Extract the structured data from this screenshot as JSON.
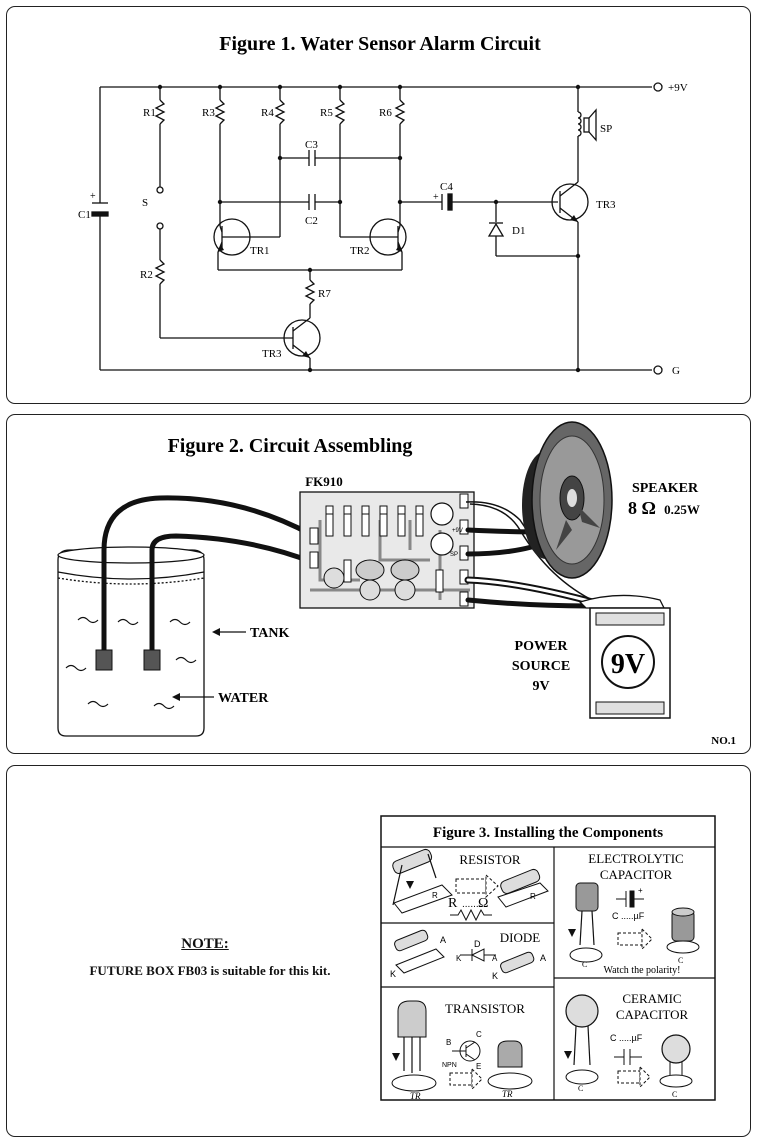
{
  "figure1": {
    "title": "Figure 1. Water Sensor Alarm Circuit",
    "labels": {
      "r1": "R1",
      "r2": "R2",
      "r3": "R3",
      "r4": "R4",
      "r5": "R5",
      "r6": "R6",
      "r7": "R7",
      "c1": "C1",
      "c2": "C2",
      "c3": "C3",
      "c4": "C4",
      "s": "S",
      "tr1": "TR1",
      "tr2": "TR2",
      "tr3_out": "TR3",
      "tr3_in": "TR3",
      "d1": "D1",
      "sp": "SP",
      "vplus": "+9V",
      "gnd": "G",
      "plus": "+"
    }
  },
  "figure2": {
    "title": "Figure 2. Circuit Assembling",
    "board": "FK910",
    "speaker_label": "SPEAKER",
    "speaker_spec_ohm": "8 Ω",
    "speaker_spec_w": "0.25W",
    "power_line1": "POWER",
    "power_line2": "SOURCE",
    "power_line3": "9V",
    "battery_text": "9V",
    "tank": "TANK",
    "water": "WATER",
    "page_no": "NO.1",
    "pad_sp": "SP",
    "pad_v": "+9V"
  },
  "note": {
    "title": "NOTE:",
    "text": "FUTURE BOX FB03 is suitable for this kit."
  },
  "figure3": {
    "title": "Figure 3. Installing the Components",
    "resistor": "RESISTOR",
    "resistor_formula_r": "R",
    "resistor_formula_unit": "Ω",
    "diode": "DIODE",
    "diode_d": "D",
    "diode_a": "A",
    "diode_k": "K",
    "transistor": "TRANSISTOR",
    "npn": "NPN",
    "pin_b": "B",
    "pin_c": "C",
    "pin_e": "E",
    "tr_mark": "TR",
    "electrolytic_line1": "ELECTROLYTIC",
    "electrolytic_line2": "CAPACITOR",
    "cap_value": "C .....µF",
    "polarity": "Watch the polarity!",
    "ceramic_line1": "CERAMIC",
    "ceramic_line2": "CAPACITOR",
    "c_mark": "C",
    "r_mark": "R"
  }
}
